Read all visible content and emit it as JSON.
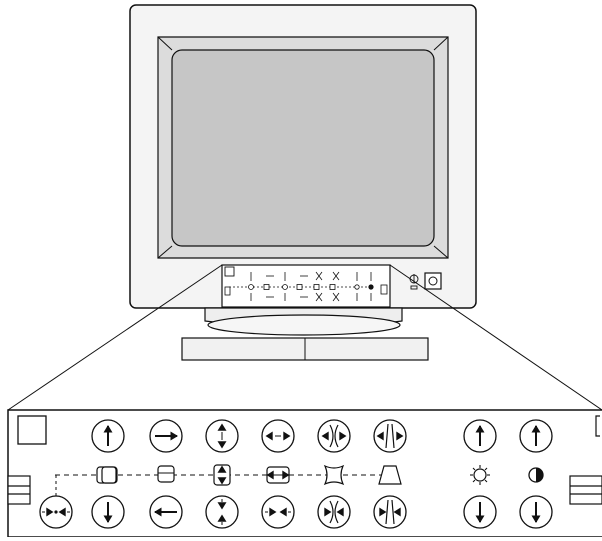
{
  "colors": {
    "ink": "#111111",
    "bezel": "#f4f4f4",
    "bezel_inner": "#d9d9d9",
    "screen": "#c9c9c9",
    "screen_bevel": "#a9a9a9",
    "panel": "#ffffff",
    "base": "#f1f1f1"
  },
  "zoom_panel": {
    "top_buttons": [
      {
        "id": "vpos-up",
        "icon": "arrow-up-icon",
        "kind": "up"
      },
      {
        "id": "hpos-right",
        "icon": "arrow-right-icon",
        "kind": "right"
      },
      {
        "id": "vsize-expand",
        "icon": "vertical-expand-icon",
        "kind": "v-expand"
      },
      {
        "id": "hsize-expand",
        "icon": "horizontal-expand-icon",
        "kind": "h-expand"
      },
      {
        "id": "pincushion-out",
        "icon": "pincushion-out-icon",
        "kind": "pin-out"
      },
      {
        "id": "trapezoid-out",
        "icon": "trapezoid-out-icon",
        "kind": "trap-out"
      },
      {
        "id": "brightness-up",
        "icon": "arrow-up-icon",
        "kind": "up"
      },
      {
        "id": "contrast-up",
        "icon": "arrow-up-icon",
        "kind": "up"
      }
    ],
    "middle_symbols": [
      {
        "id": "vertical-position",
        "icon": "vertical-position-symbol-icon"
      },
      {
        "id": "horizontal-position",
        "icon": "horizontal-position-symbol-icon"
      },
      {
        "id": "vertical-size",
        "icon": "vertical-size-symbol-icon"
      },
      {
        "id": "horizontal-size",
        "icon": "horizontal-size-symbol-icon"
      },
      {
        "id": "pincushion",
        "icon": "pincushion-symbol-icon"
      },
      {
        "id": "trapezoid",
        "icon": "trapezoid-symbol-icon"
      },
      {
        "id": "brightness",
        "icon": "brightness-sun-icon"
      },
      {
        "id": "contrast",
        "icon": "contrast-half-circle-icon"
      }
    ],
    "bottom_buttons": [
      {
        "id": "degauss",
        "icon": "degauss-icon",
        "kind": "degauss"
      },
      {
        "id": "vpos-down",
        "icon": "arrow-down-icon",
        "kind": "down"
      },
      {
        "id": "hpos-left",
        "icon": "arrow-left-icon",
        "kind": "left"
      },
      {
        "id": "vsize-shrink",
        "icon": "vertical-shrink-icon",
        "kind": "v-shrink"
      },
      {
        "id": "hsize-shrink",
        "icon": "horizontal-shrink-icon",
        "kind": "h-shrink"
      },
      {
        "id": "pincushion-in",
        "icon": "pincushion-in-icon",
        "kind": "pin-in"
      },
      {
        "id": "trapezoid-in",
        "icon": "trapezoid-in-icon",
        "kind": "trap-in"
      },
      {
        "id": "brightness-down",
        "icon": "arrow-down-icon",
        "kind": "down"
      },
      {
        "id": "contrast-down",
        "icon": "arrow-down-icon",
        "kind": "down"
      }
    ]
  }
}
